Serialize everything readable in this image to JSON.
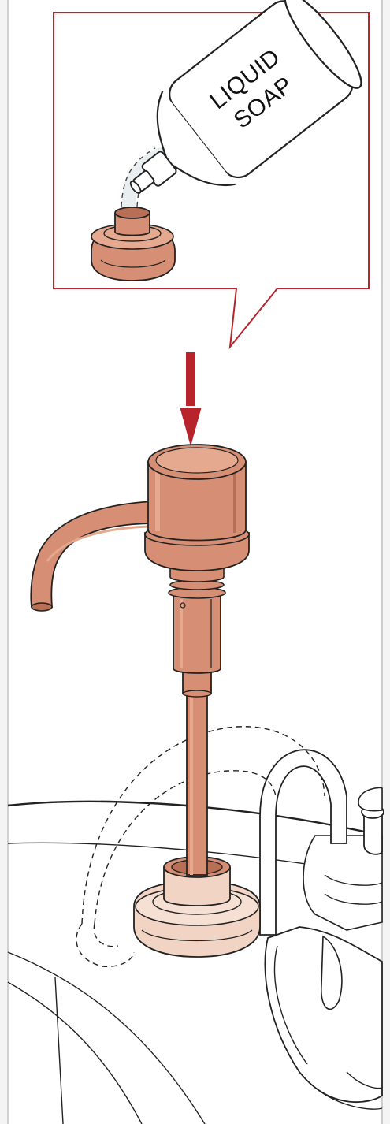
{
  "callout": {
    "bottle_label_line1": "LIQUID",
    "bottle_label_line2": "SOAP",
    "border_color": "#b8242b"
  },
  "arrow": {
    "color": "#b8242b",
    "direction": "down"
  },
  "colors": {
    "copper": "#d68f74",
    "copper_light": "#e4a98e",
    "copper_dark": "#b96f55",
    "base_pale": "#f2d4c4",
    "outline": "#222222",
    "side_rule": "#cccccc"
  },
  "icons": [
    "soap-bottle-icon",
    "soap-pump-icon",
    "pump-base-icon",
    "kitchen-faucet-icon",
    "down-arrow-icon"
  ]
}
